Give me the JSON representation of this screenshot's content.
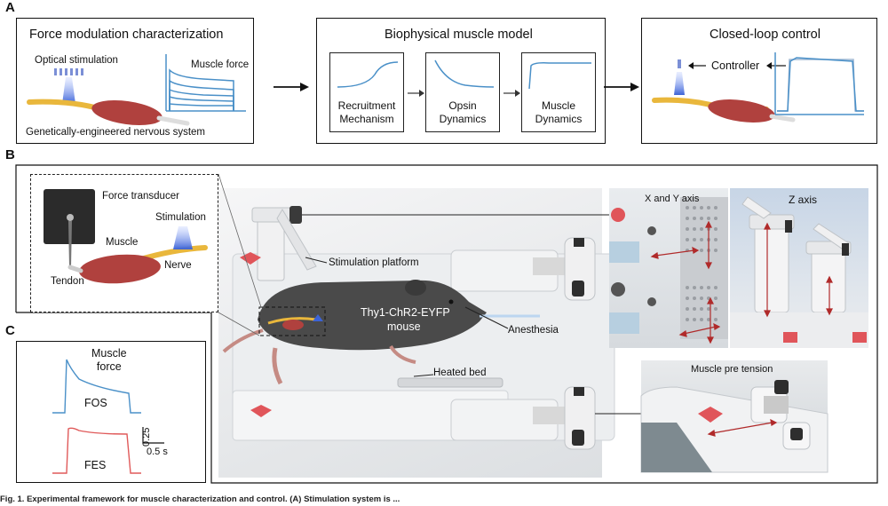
{
  "panels": {
    "a": "A",
    "b": "B",
    "c": "C"
  },
  "panelA": {
    "force_title": "Force modulation characterization",
    "optical_stimulation": "Optical stimulation",
    "muscle_force": "Muscle force",
    "genetic_system": "Genetically-engineered nervous system",
    "model_title": "Biophysical muscle model",
    "recruitment": "Recruitment\nMechanism",
    "opsin": "Opsin\nDynamics",
    "muscle_dyn": "Muscle\nDynamics",
    "closed_title": "Closed-loop control",
    "controller": "Controller"
  },
  "panelB": {
    "force_transducer": "Force transducer",
    "stimulation": "Stimulation",
    "muscle": "Muscle",
    "tendon": "Tendon",
    "nerve": "Nerve",
    "stimulation_platform": "Stimulation platform",
    "mouse_line1": "Thy1-ChR2-EYFP",
    "mouse_line2": "mouse",
    "anesthesia": "Anesthesia",
    "heated_bed": "Heated bed",
    "xy_axis": "X and Y axis",
    "z_axis": "Z axis",
    "pretension": "Muscle pre tension"
  },
  "panelC": {
    "muscle_force": "Muscle\nforce",
    "fos": "FOS",
    "fes": "FES",
    "scale_y": "0.25",
    "scale_x": "0.5 s"
  },
  "colors": {
    "blue": "#4a90c8",
    "red": "#e05a5a",
    "muscle": "#b0413e",
    "nerve": "#e9b73c",
    "mouse": "#4a4a4a",
    "knob": "#e0555a"
  },
  "caption": "Fig. 1. Experimental framework for muscle characterization and control. (A) Stimulation system is ..."
}
